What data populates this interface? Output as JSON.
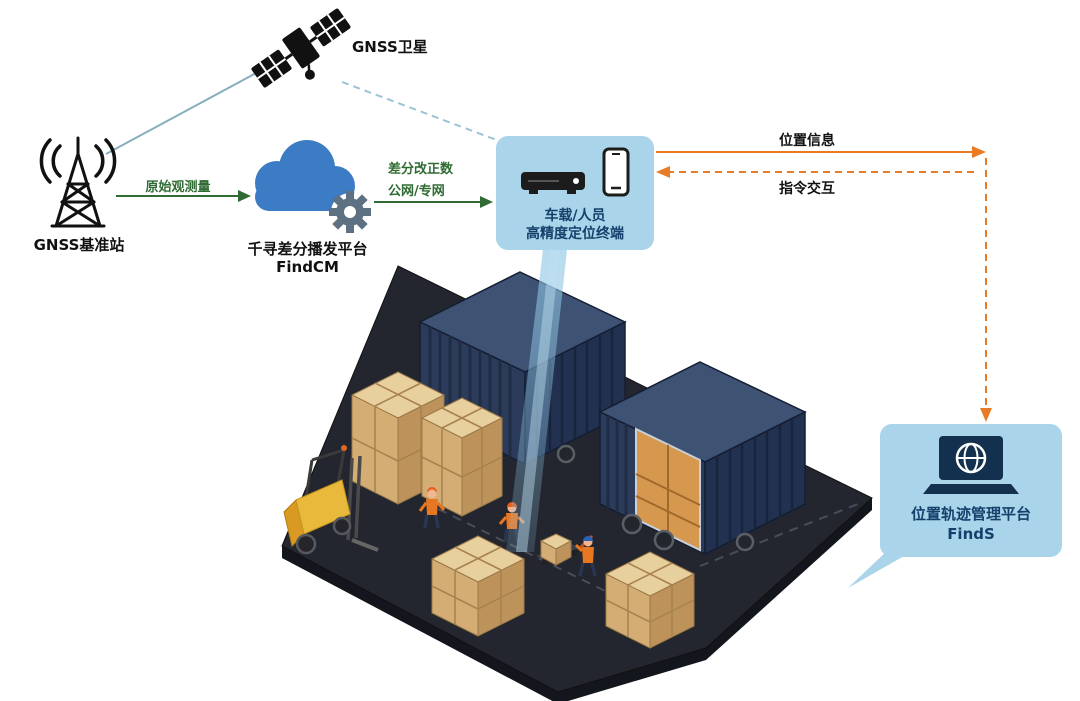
{
  "nodes": {
    "satellite": {
      "label": "GNSS卫星"
    },
    "base_station": {
      "label": "GNSS基准站"
    },
    "cloud": {
      "title": "千寻差分播发平台",
      "subtitle": "FindCM"
    },
    "terminal": {
      "line1": "车载/人员",
      "line2": "高精度定位终端"
    },
    "platform": {
      "line1": "位置轨迹管理平台",
      "line2": "FindS"
    }
  },
  "edges": {
    "raw_observation": {
      "label": "原始观测量"
    },
    "correction": {
      "line1": "差分改正数",
      "line2": "公网/专网"
    },
    "position_info": {
      "label": "位置信息"
    },
    "command": {
      "label": "指令交互"
    }
  },
  "colors": {
    "panel_blue": "#a9d4ea",
    "navy_text": "#15406b",
    "green_arrow": "#2f6b33",
    "orange_arrow": "#e87c26",
    "blue_link": "#86aebe",
    "cloud_blue": "#3b7cc4",
    "beam_blue": "#8fc6e4",
    "container_blue": "#2b3b59",
    "carton_tan": "#d4ad74",
    "forklift_yellow": "#e9b93c"
  },
  "icons": {
    "satellite-icon": "svg-shape",
    "radio-tower-icon": "svg-shape",
    "cloud-gear-icon": "svg-shape",
    "vehicle-terminal-icon": "svg-shape",
    "smartphone-icon": "svg-shape",
    "laptop-globe-icon": "svg-shape",
    "forklift-icon": "svg-shape",
    "container-icon": "svg-shape",
    "pallet-boxes-icon": "svg-shape",
    "worker-figure": "svg-shape"
  }
}
